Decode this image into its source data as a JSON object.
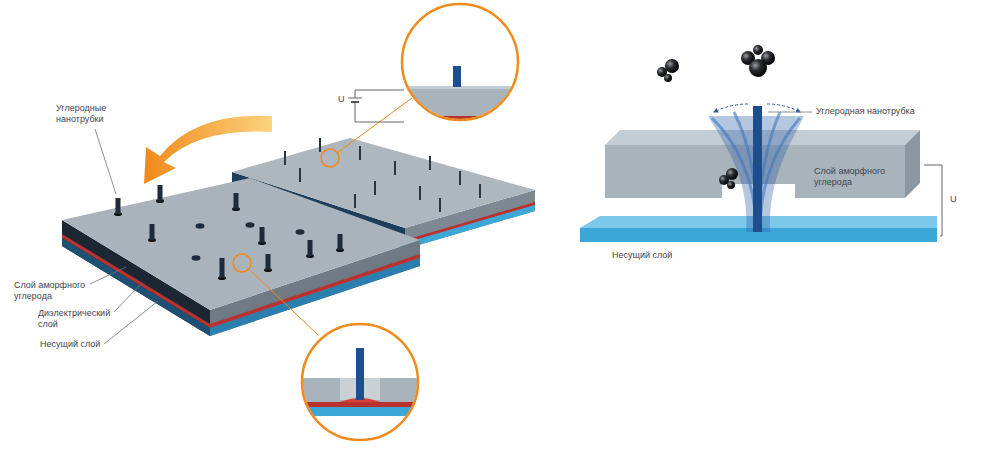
{
  "diagram": {
    "labels": [
      "Углеродные нанотрубки",
      "U",
      "Слой аморфного углерода",
      "Диэлектрический слой",
      "Несущий слой",
      "Углеродная нанотрубка",
      "Слой аморфного углерода",
      "U",
      "Несущий слой"
    ]
  }
}
